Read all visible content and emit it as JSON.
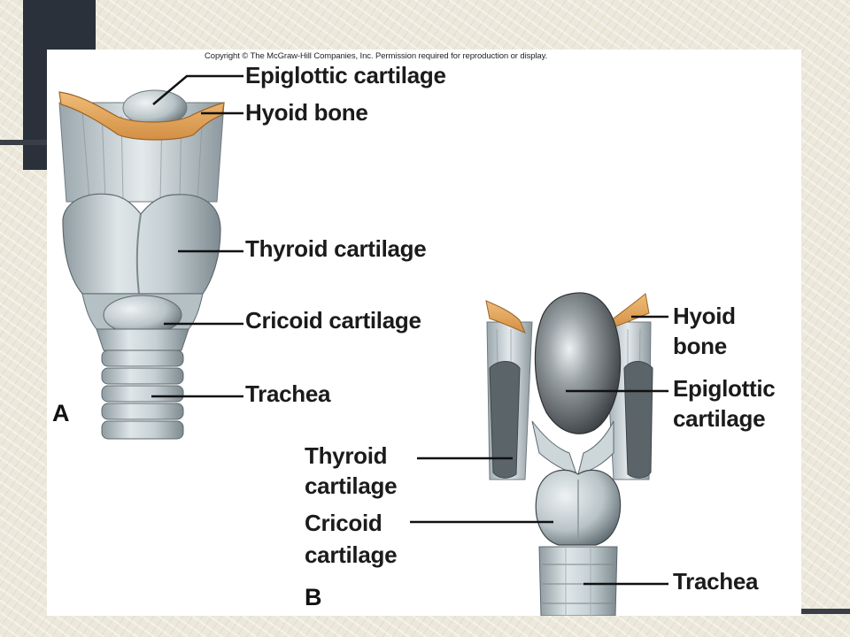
{
  "copyright": "Copyright © The McGraw-Hill Companies, Inc. Permission required for reproduction or display.",
  "panel_a": {
    "letter": "A",
    "labels": {
      "epiglottic": "Epiglottic cartilage",
      "hyoid": "Hyoid bone",
      "thyroid": "Thyroid cartilage",
      "cricoid": "Cricoid cartilage",
      "trachea": "Trachea"
    }
  },
  "panel_b": {
    "letter": "B",
    "labels": {
      "hyoid_1": "Hyoid",
      "hyoid_2": "bone",
      "epiglottic_1": "Epiglottic",
      "epiglottic_2": "cartilage",
      "thyroid_1": "Thyroid",
      "thyroid_2": "cartilage",
      "cricoid_1": "Cricoid",
      "cricoid_2": "cartilage",
      "trachea": "Trachea"
    }
  },
  "colors": {
    "bone": "#e0a35a",
    "cartilage": "#c9d3d6",
    "cartilage_dark": "#7f8d92",
    "epiglottis_dark": "#3e4246",
    "background": "#ece9dc",
    "dark_block": "#2b313b"
  }
}
